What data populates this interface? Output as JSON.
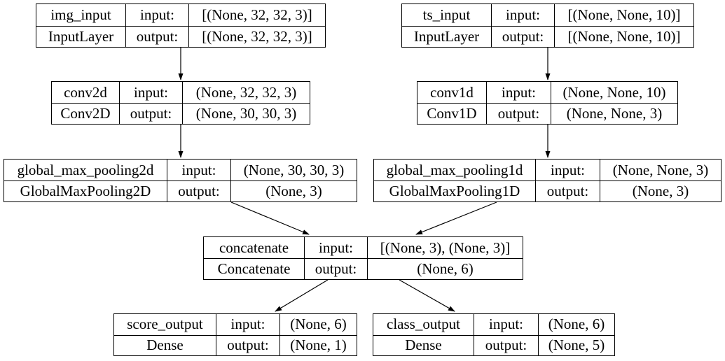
{
  "diagram": {
    "kind": "keras-model-plot",
    "colors": {
      "border": "#000000",
      "background": "#ffffff",
      "text": "#000000"
    },
    "labels": {
      "input": "input:",
      "output": "output:"
    }
  },
  "nodes": [
    {
      "name": "img_input",
      "type": "InputLayer",
      "input_label": "input:",
      "output_label": "output:",
      "input_shape": "[(None, 32, 32, 3)]",
      "output_shape": "[(None, 32, 32, 3)]"
    },
    {
      "name": "ts_input",
      "type": "InputLayer",
      "input_label": "input:",
      "output_label": "output:",
      "input_shape": "[(None, None, 10)]",
      "output_shape": "[(None, None, 10)]"
    },
    {
      "name": "conv2d",
      "type": "Conv2D",
      "input_label": "input:",
      "output_label": "output:",
      "input_shape": "(None, 32, 32, 3)",
      "output_shape": "(None, 30, 30, 3)"
    },
    {
      "name": "conv1d",
      "type": "Conv1D",
      "input_label": "input:",
      "output_label": "output:",
      "input_shape": "(None, None, 10)",
      "output_shape": "(None, None, 3)"
    },
    {
      "name": "global_max_pooling2d",
      "type": "GlobalMaxPooling2D",
      "input_label": "input:",
      "output_label": "output:",
      "input_shape": "(None, 30, 30, 3)",
      "output_shape": "(None, 3)"
    },
    {
      "name": "global_max_pooling1d",
      "type": "GlobalMaxPooling1D",
      "input_label": "input:",
      "output_label": "output:",
      "input_shape": "(None, None, 3)",
      "output_shape": "(None, 3)"
    },
    {
      "name": "concatenate",
      "type": "Concatenate",
      "input_label": "input:",
      "output_label": "output:",
      "input_shape": "[(None, 3), (None, 3)]",
      "output_shape": "(None, 6)"
    },
    {
      "name": "score_output",
      "type": "Dense",
      "input_label": "input:",
      "output_label": "output:",
      "input_shape": "(None, 6)",
      "output_shape": "(None, 1)"
    },
    {
      "name": "class_output",
      "type": "Dense",
      "input_label": "input:",
      "output_label": "output:",
      "input_shape": "(None, 6)",
      "output_shape": "(None, 5)"
    }
  ],
  "edges": [
    {
      "from": "img_input",
      "to": "conv2d"
    },
    {
      "from": "ts_input",
      "to": "conv1d"
    },
    {
      "from": "conv2d",
      "to": "global_max_pooling2d"
    },
    {
      "from": "conv1d",
      "to": "global_max_pooling1d"
    },
    {
      "from": "global_max_pooling2d",
      "to": "concatenate"
    },
    {
      "from": "global_max_pooling1d",
      "to": "concatenate"
    },
    {
      "from": "concatenate",
      "to": "score_output"
    },
    {
      "from": "concatenate",
      "to": "class_output"
    }
  ]
}
